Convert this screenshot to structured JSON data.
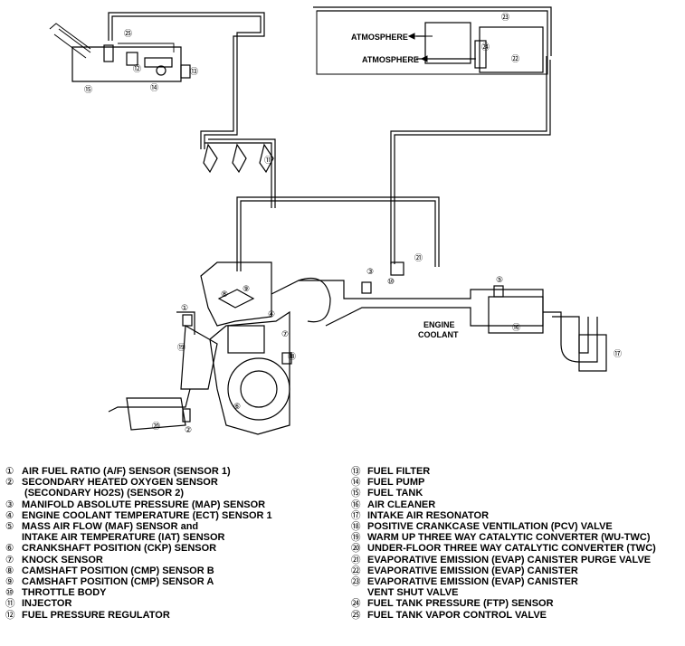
{
  "diagram": {
    "labels": {
      "atmosphere_top": "ATMOSPHERE",
      "atmosphere_bottom": "ATMOSPHERE",
      "engine_coolant": "ENGINE\nCOOLANT"
    },
    "callouts": [
      "①",
      "②",
      "③",
      "④",
      "⑤",
      "⑥",
      "⑦",
      "⑧",
      "⑨",
      "⑩",
      "⑪",
      "⑫",
      "⑬",
      "⑭",
      "⑮",
      "⑯",
      "⑰",
      "⑱",
      "⑲",
      "⑳",
      "㉑",
      "㉒",
      "㉓",
      "㉔",
      "㉕"
    ]
  },
  "legend": {
    "left": [
      {
        "num": "①",
        "text": "AIR FUEL RATIO (A/F) SENSOR (SENSOR 1)"
      },
      {
        "num": "②",
        "text": "SECONDARY HEATED OXYGEN SENSOR"
      },
      {
        "num": "",
        "text": " (SECONDARY HO2S) (SENSOR 2)"
      },
      {
        "num": "③",
        "text": "MANIFOLD ABSOLUTE PRESSURE (MAP) SENSOR"
      },
      {
        "num": "④",
        "text": "ENGINE COOLANT TEMPERATURE (ECT) SENSOR 1"
      },
      {
        "num": "⑤",
        "text": "MASS AIR FLOW (MAF) SENSOR and"
      },
      {
        "num": "",
        "text": "INTAKE AIR TEMPERATURE (IAT) SENSOR"
      },
      {
        "num": "⑥",
        "text": "CRANKSHAFT POSITION (CKP) SENSOR"
      },
      {
        "num": "⑦",
        "text": "KNOCK SENSOR"
      },
      {
        "num": "⑧",
        "text": "CAMSHAFT POSITION (CMP) SENSOR B"
      },
      {
        "num": "⑨",
        "text": "CAMSHAFT POSITION (CMP) SENSOR A"
      },
      {
        "num": "⑩",
        "text": "THROTTLE BODY"
      },
      {
        "num": "⑪",
        "text": "INJECTOR"
      },
      {
        "num": "⑫",
        "text": "FUEL PRESSURE REGULATOR"
      }
    ],
    "right": [
      {
        "num": "⑬",
        "text": "FUEL FILTER"
      },
      {
        "num": "⑭",
        "text": "FUEL PUMP"
      },
      {
        "num": "⑮",
        "text": "FUEL TANK"
      },
      {
        "num": "⑯",
        "text": "AIR CLEANER"
      },
      {
        "num": "⑰",
        "text": "INTAKE AIR RESONATOR"
      },
      {
        "num": "⑱",
        "text": "POSITIVE CRANKCASE VENTILATION (PCV) VALVE"
      },
      {
        "num": "⑲",
        "text": "WARM UP THREE WAY CATALYTIC CONVERTER (WU-TWC)"
      },
      {
        "num": "⑳",
        "text": "UNDER-FLOOR THREE WAY CATALYTIC CONVERTER (TWC)"
      },
      {
        "num": "㉑",
        "text": "EVAPORATIVE EMISSION (EVAP) CANISTER PURGE VALVE"
      },
      {
        "num": "㉒",
        "text": "EVAPORATIVE EMISSION (EVAP) CANISTER"
      },
      {
        "num": "㉓",
        "text": "EVAPORATIVE EMISSION (EVAP) CANISTER"
      },
      {
        "num": "",
        "text": "VENT SHUT VALVE"
      },
      {
        "num": "㉔",
        "text": "FUEL TANK PRESSURE (FTP) SENSOR"
      },
      {
        "num": "㉕",
        "text": "FUEL TANK VAPOR CONTROL VALVE"
      }
    ]
  }
}
